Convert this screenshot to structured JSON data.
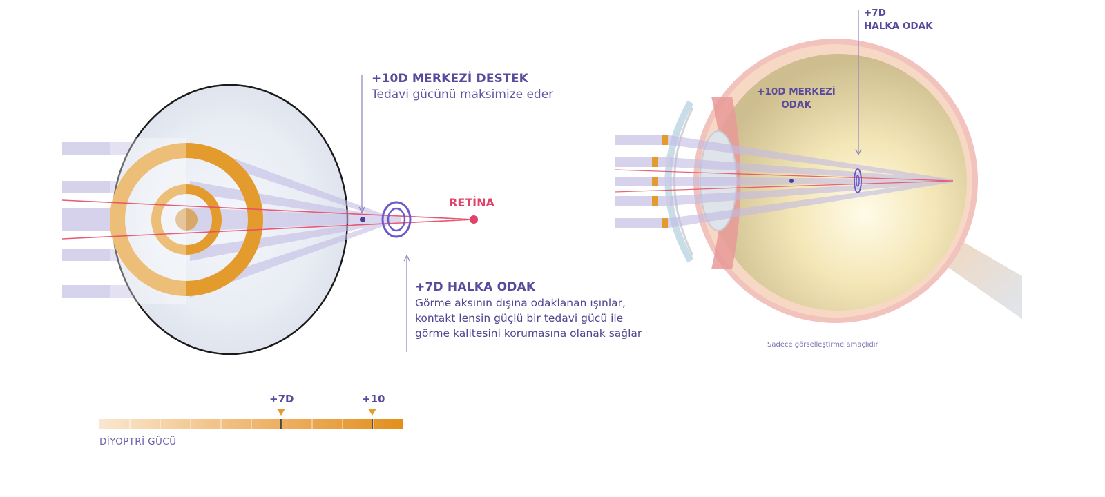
{
  "colors": {
    "purple_text": "#4f4690",
    "retina_red": "#e0436a",
    "ring_orange": "#e39b2e",
    "ray_lavender": "#c9c4e6",
    "ray_red": "#e64c6a",
    "focus_purple": "#6a5acd"
  },
  "left_diagram": {
    "central_title": "+10D MERKEZİ DESTEK",
    "central_desc": "Tedavi gücünü maksimize eder",
    "retina_label": "RETİNA",
    "ring_title": "+7D HALKA ODAK",
    "ring_desc_lines": [
      "Görme aksının dışına odaklanan ışınlar,",
      "kontakt lensin güçlü bir tedavi gücü ile",
      "görme kalitesini korumasına olanak sağlar"
    ]
  },
  "right_diagram": {
    "ring_focus_label_lines": [
      "+7D",
      "HALKA ODAK"
    ],
    "central_focus_label_lines": [
      "+10D MERKEZİ",
      "ODAK"
    ],
    "note": "Sadece görselleştirme amaçlıdır"
  },
  "diopter_scale": {
    "label": "DİYOPTRİ GÜCÜ",
    "marker_labels": [
      "+7D",
      "+10"
    ],
    "marker_values": [
      7,
      10
    ],
    "segments": 10
  }
}
